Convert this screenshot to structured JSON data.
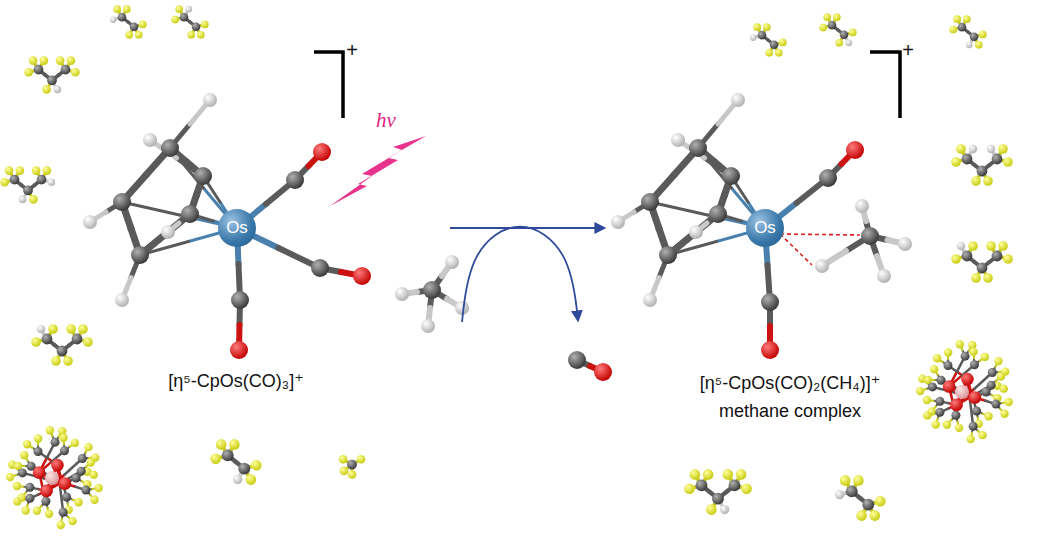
{
  "diagram": {
    "nodes": [
      {
        "text": [
          "Os"
        ]
      },
      {
        "text": [
          "Os"
        ]
      }
    ],
    "labels": [
      "+",
      "hν",
      "+",
      "[η⁵-CpOs(CO)₃]⁺",
      "[η⁵-CpOs(CO)₂(CH₄)]⁺",
      "methane complex"
    ]
  }
}
